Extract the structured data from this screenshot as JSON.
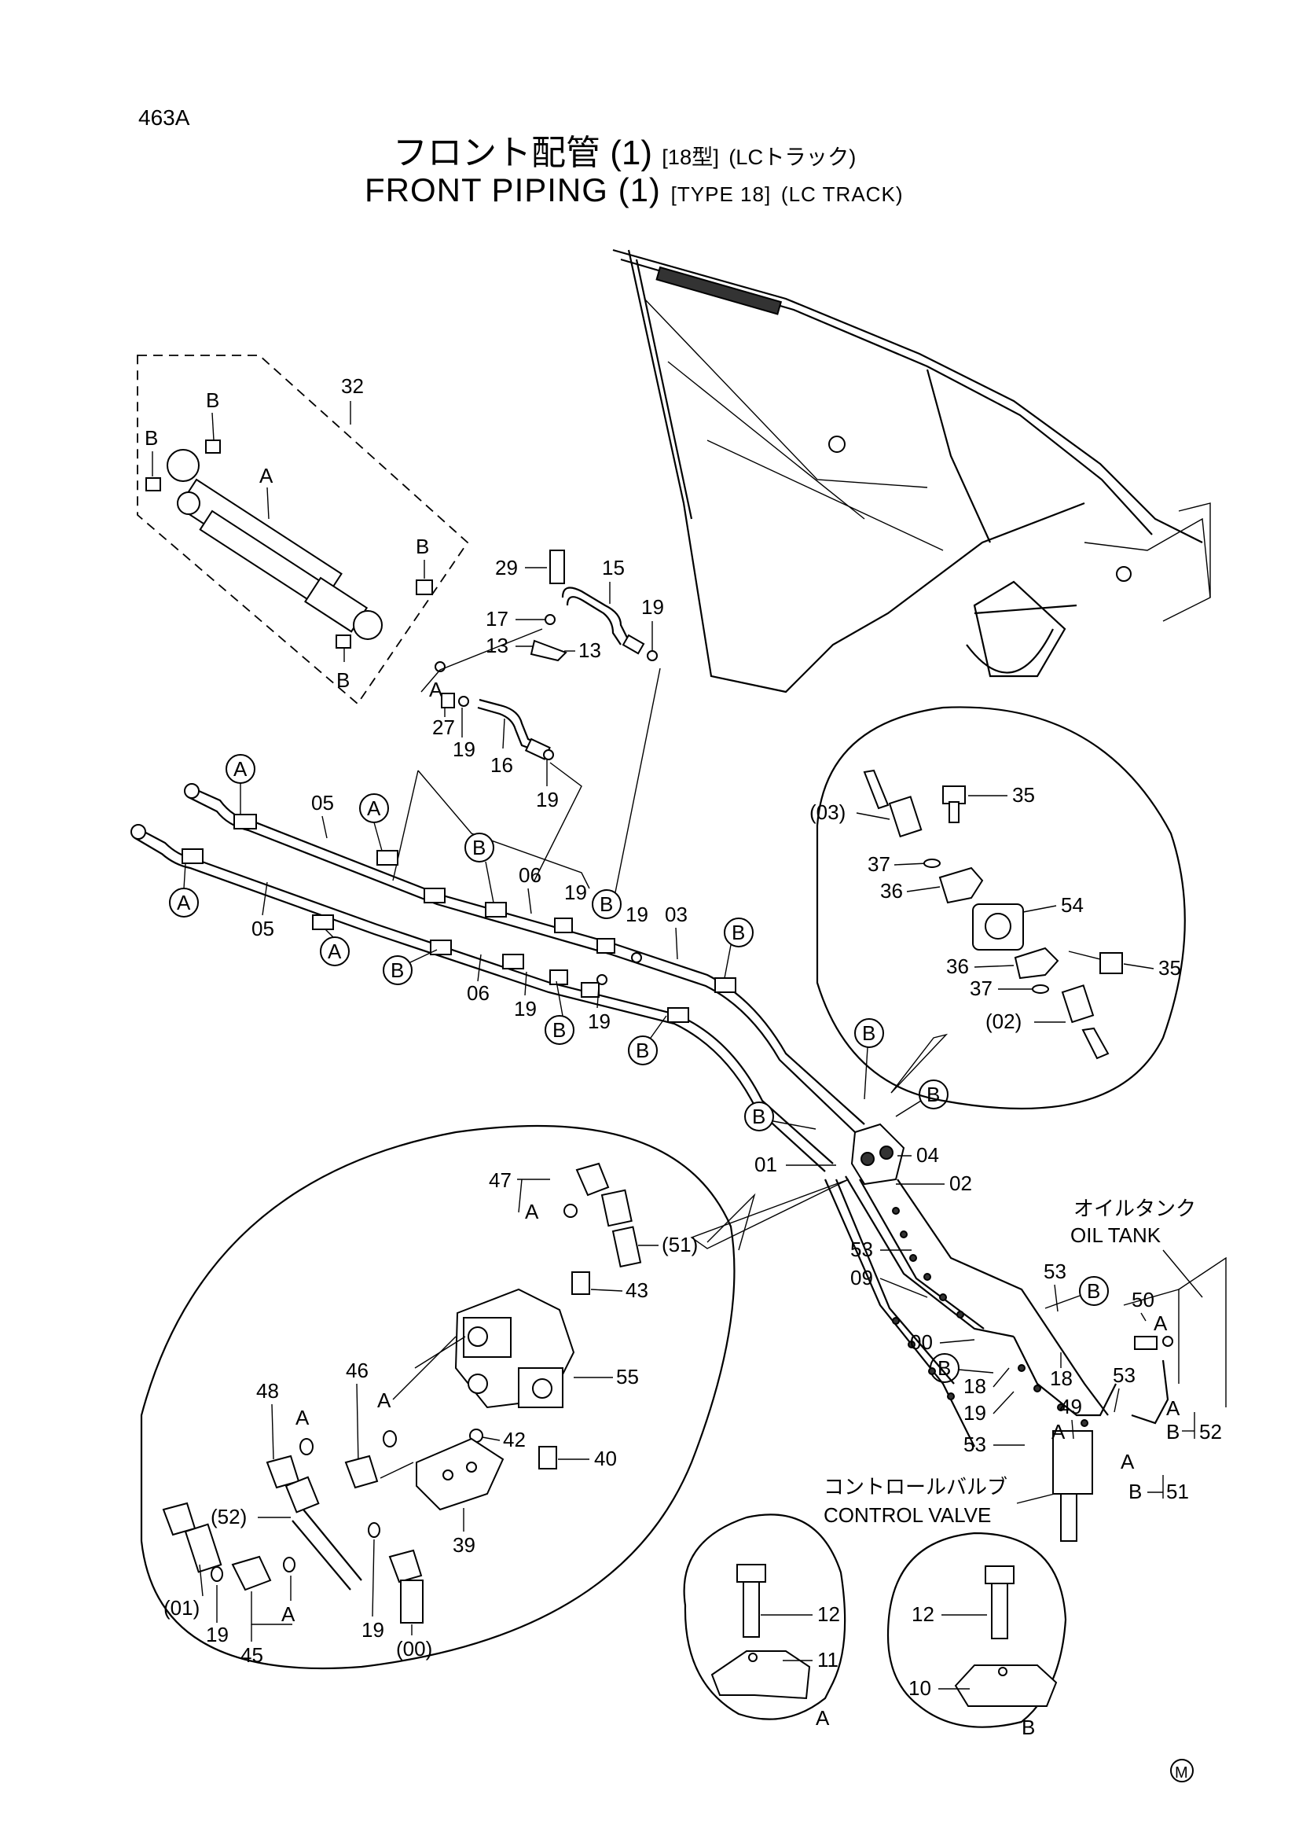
{
  "header": {
    "page_code": "463A",
    "title_jp_main": "フロント配管 (1)",
    "title_jp_type": "[18型]",
    "title_jp_track": "(LCトラック)",
    "title_en_main": "FRONT PIPING (1)",
    "title_en_type": "[TYPE 18]",
    "title_en_track": "(LC TRACK)"
  },
  "labels": {
    "p32": "32",
    "p29": "29",
    "p15": "15",
    "p17": "17",
    "p13a": "13",
    "p13b": "13",
    "p19_a": "19",
    "p27": "27",
    "p19_b": "19",
    "p16": "16",
    "p19_c": "19",
    "p05_a": "05",
    "p05_b": "05",
    "p06_a": "06",
    "p06_b": "06",
    "p19_d": "19",
    "p19_e": "19",
    "p03": "03",
    "p19_f": "19",
    "p19_g": "19",
    "p03i": "(03)",
    "p35a": "35",
    "p37a": "37",
    "p36a": "36",
    "p54": "54",
    "p36b": "36",
    "p37b": "37",
    "p35b": "35",
    "p02i": "(02)",
    "p04": "04",
    "p01": "01",
    "p02": "02",
    "p53a": "53",
    "p09": "09",
    "p00": "00",
    "p18a": "18",
    "p19h": "19",
    "p53b": "53",
    "p18b": "18",
    "p53c": "53",
    "p49": "49",
    "p50": "50",
    "p53d": "53",
    "p52": "52",
    "p51": "51",
    "p47": "47",
    "p51i": "(51)",
    "p43": "43",
    "p55": "55",
    "p48": "48",
    "p46": "46",
    "p42": "42",
    "p40": "40",
    "p52i": "(52)",
    "p39": "39",
    "p01i": "(01)",
    "p19i": "19",
    "p45": "45",
    "p19j": "19",
    "p00i": "(00)",
    "p12a": "12",
    "p11": "11",
    "p12b": "12",
    "p10": "10",
    "oil_tank_jp": "オイルタンク",
    "oil_tank_en": "OIL TANK",
    "cv_jp": "コントロールバルブ",
    "cv_en": "CONTROL VALVE",
    "A": "A",
    "B": "B",
    "M": "M"
  },
  "colors": {
    "ink": "#000000",
    "paper": "#ffffff",
    "fill_dark": "#333333"
  }
}
